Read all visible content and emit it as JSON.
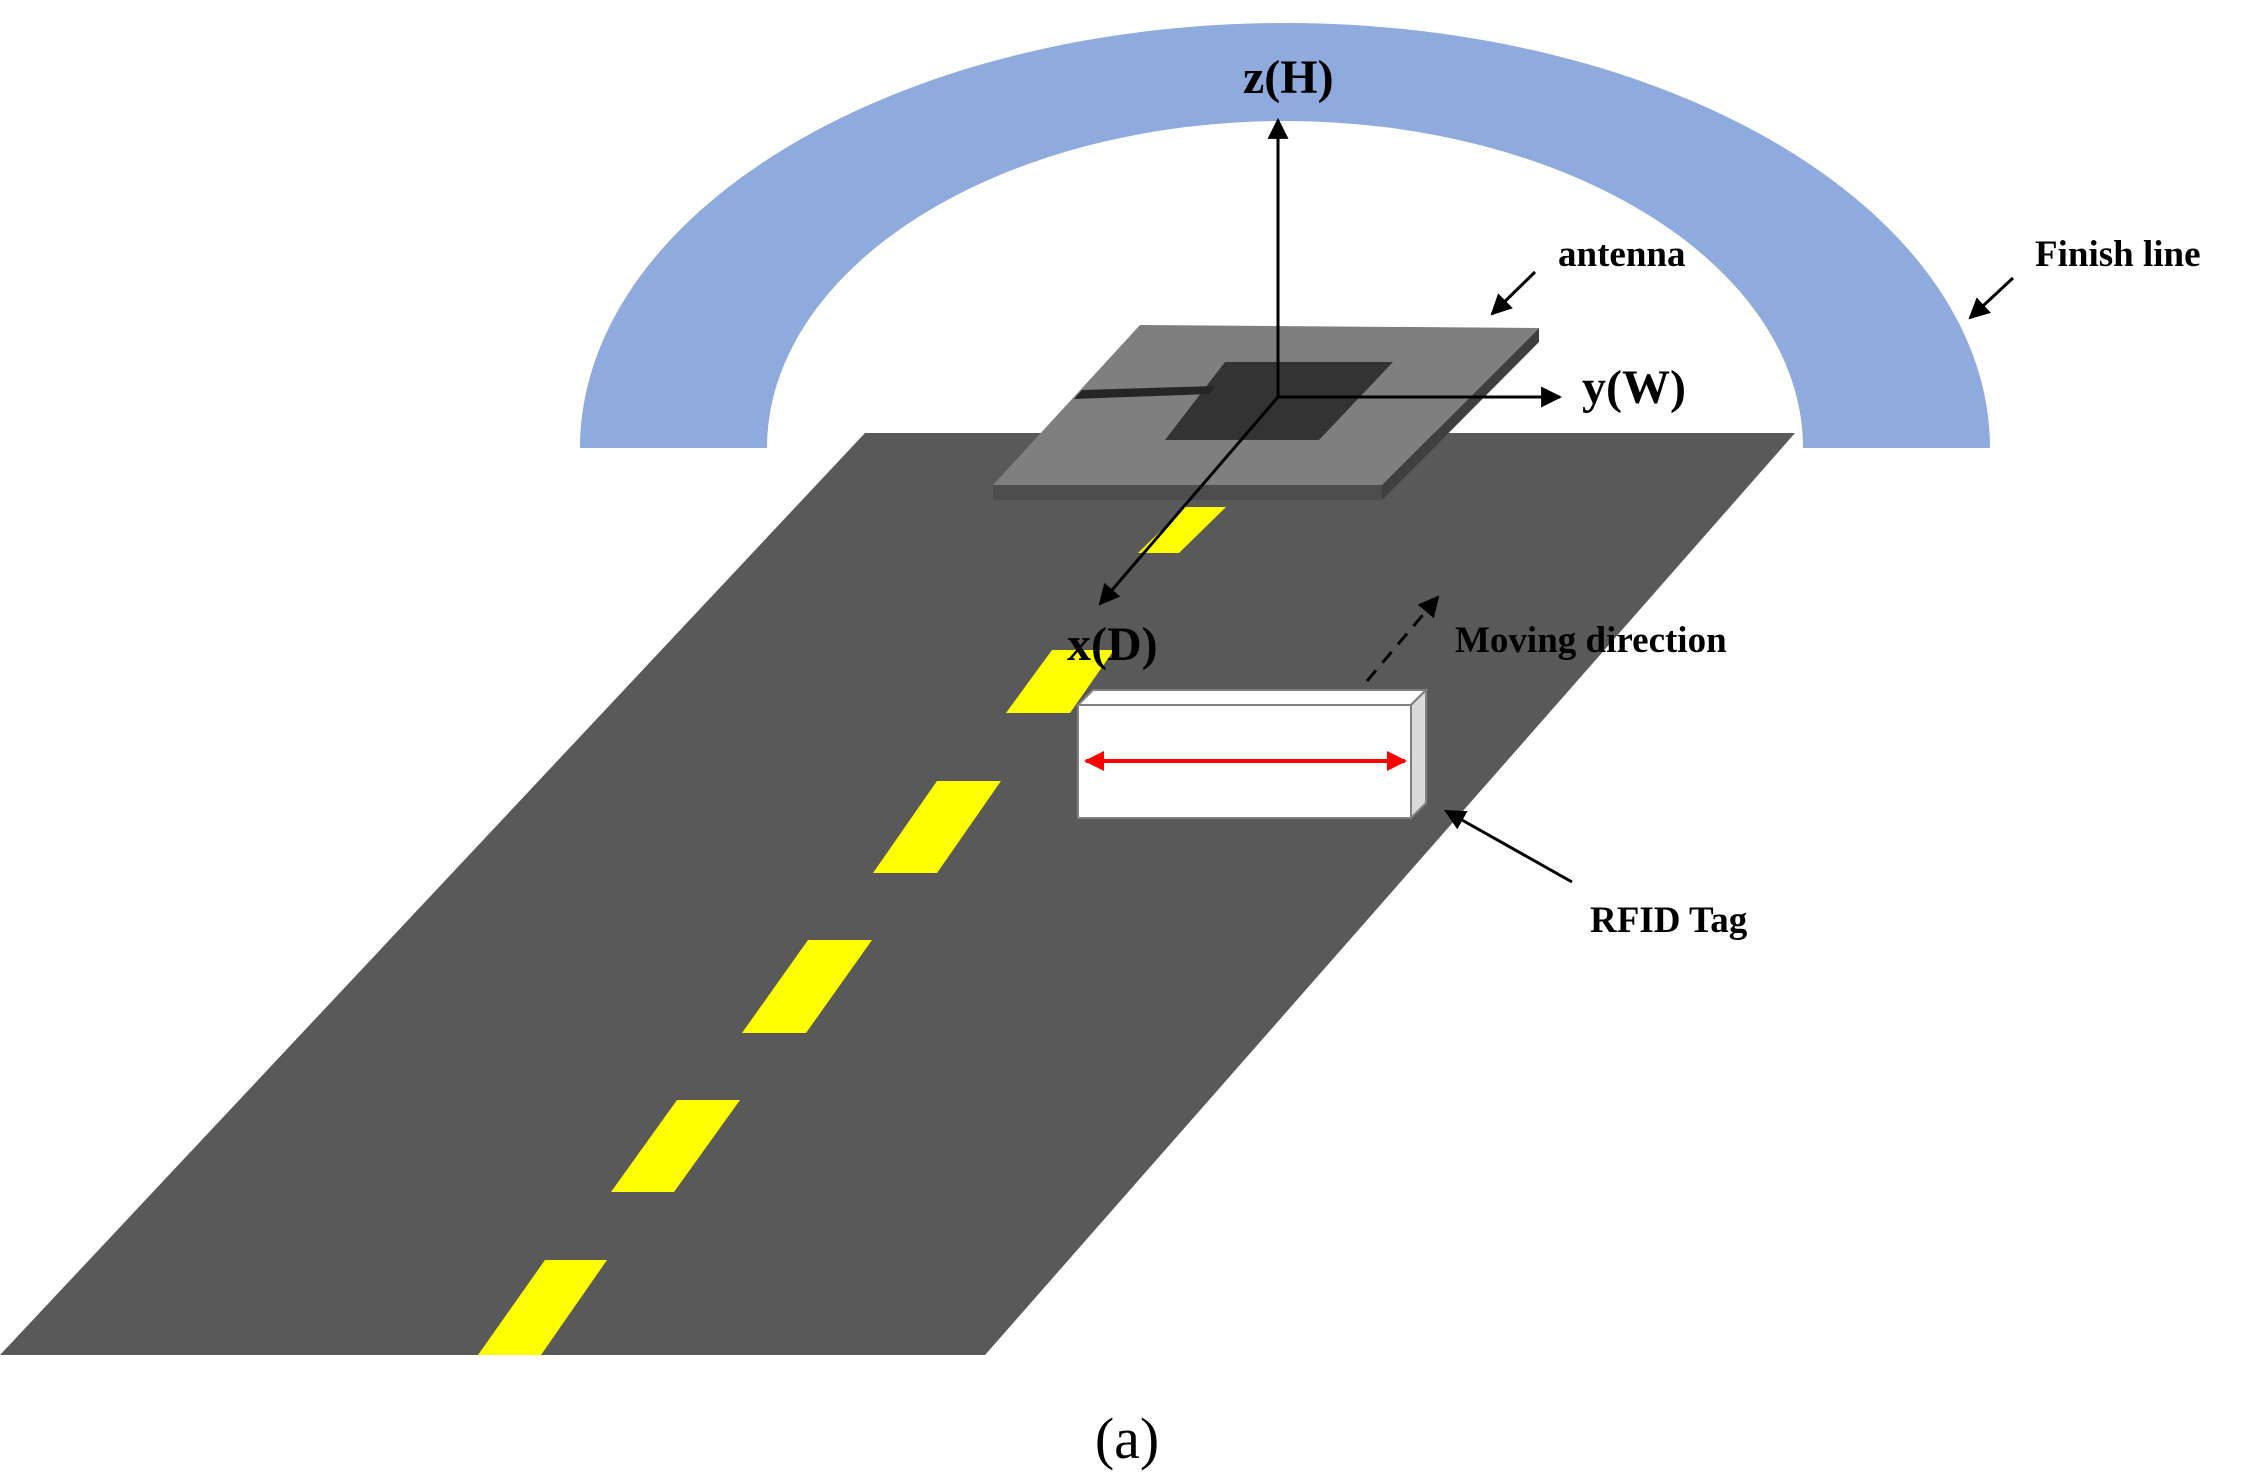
{
  "labels": {
    "z_axis": "z(H)",
    "y_axis": "y(W)",
    "x_axis": "x(D)",
    "antenna": "antenna",
    "finish_line": "Finish line",
    "moving_direction": "Moving direction",
    "rfid_tag": "RFID Tag",
    "caption": "(a)"
  },
  "colors": {
    "finish_arch": "#8faadc",
    "road": "#595959",
    "lane_stripe": "#ffff00",
    "antenna_board": "#7f7f7f",
    "antenna_patch": "#333333",
    "tag_body": "#ffffff",
    "tag_arrow": "#ff0000"
  }
}
